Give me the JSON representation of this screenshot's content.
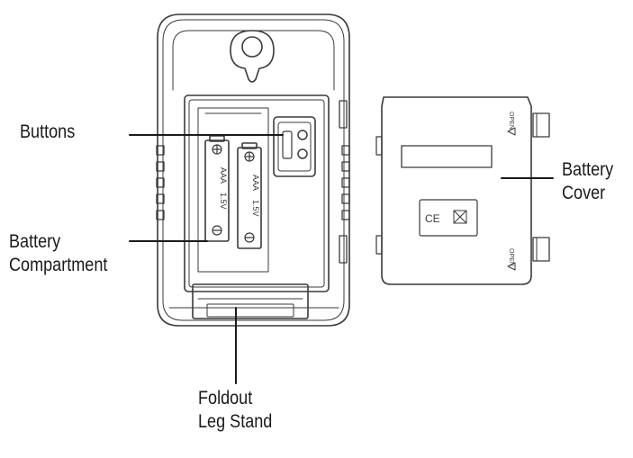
{
  "callouts": {
    "buttons": "Buttons",
    "battery_compartment": [
      "Battery",
      "Compartment"
    ],
    "battery_cover": [
      "Battery",
      "Cover"
    ],
    "foldout_leg_stand": [
      "Foldout",
      "Leg Stand"
    ]
  },
  "markings": {
    "battery_type": "AAA",
    "battery_voltage": "1.5V",
    "open_label": "OPEN",
    "ce_mark": "CE"
  },
  "colors": {
    "line": "#3a3a3a",
    "fill": "#ffffff",
    "text": "#1a1a1a"
  }
}
